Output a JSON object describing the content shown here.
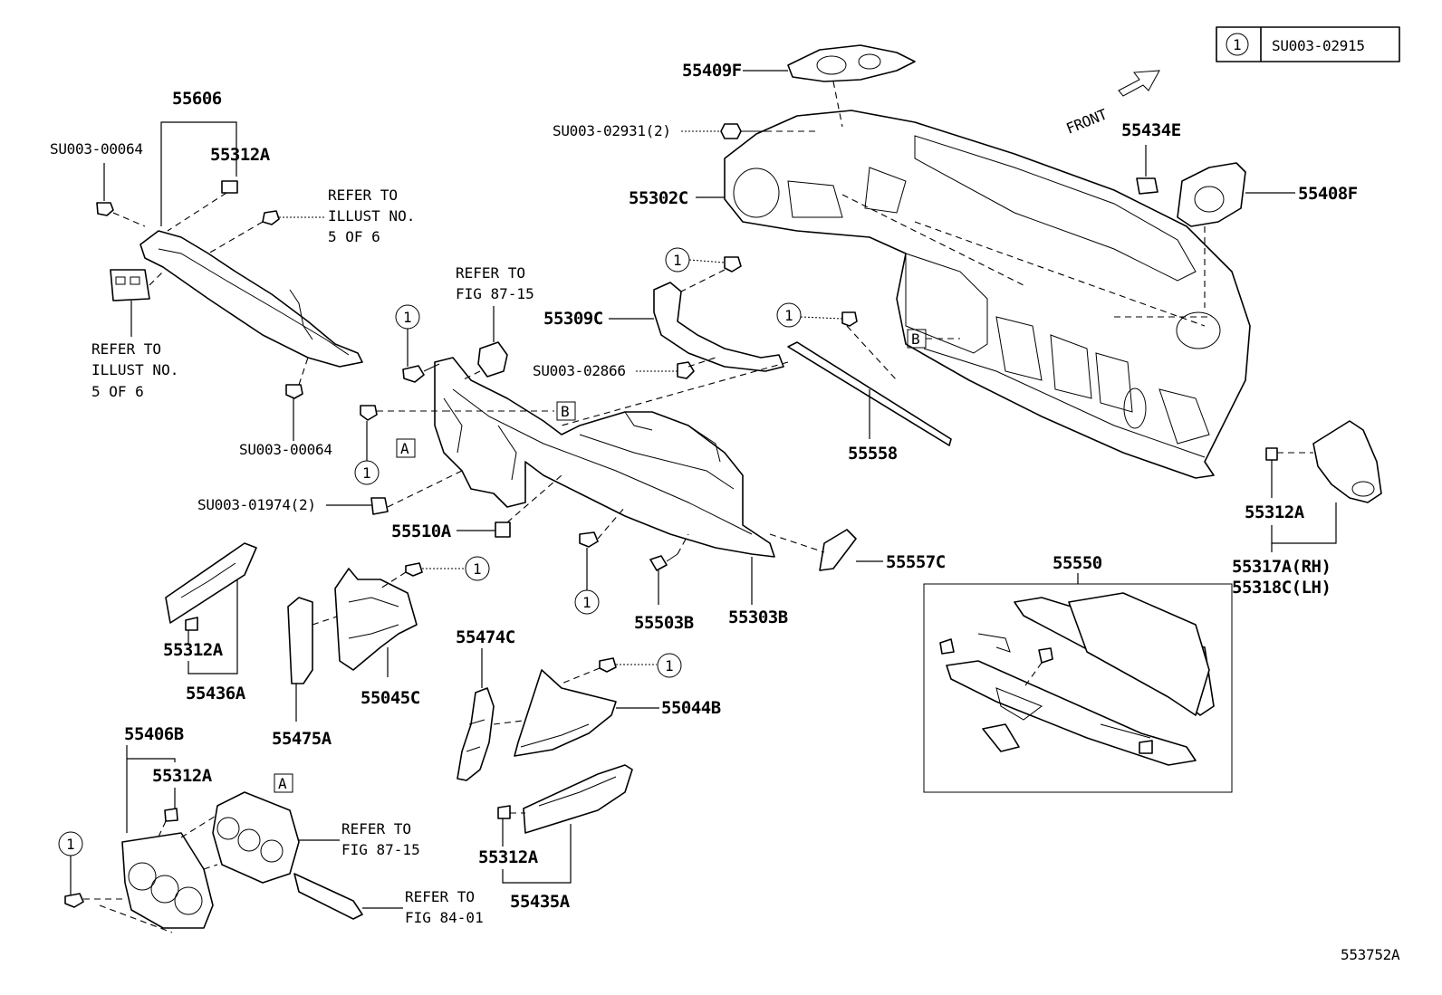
{
  "legend": {
    "circle": "1",
    "code": "SU003-02915"
  },
  "labels": {
    "p55409F": "55409F",
    "p55606": "55606",
    "su00064_top": "SU003-00064",
    "p55312A_1": "55312A",
    "su02931": "SU003-02931(2)",
    "p55302C": "55302C",
    "p55434E": "55434E",
    "p55408F": "55408F",
    "front": "FRONT",
    "p55309C": "55309C",
    "su02866": "SU003-02866",
    "su00064_bot": "SU003-00064",
    "su01974": "SU003-01974(2)",
    "p55510A": "55510A",
    "p55558": "55558",
    "p55557C": "55557C",
    "p55503B": "55503B",
    "p55303B": "55303B",
    "p55312A_rh": "55312A",
    "p55317A": "55317A(RH)",
    "p55318C": "55318C(LH)",
    "p55550": "55550",
    "p55312A_2": "55312A",
    "p55436A": "55436A",
    "p55475A": "55475A",
    "p55045C": "55045C",
    "p55474C": "55474C",
    "p55044B": "55044B",
    "p55406B": "55406B",
    "p55312A_3": "55312A",
    "p55312A_4": "55312A",
    "p55435A": "55435A",
    "figure_id": "553752A"
  },
  "refs": {
    "refer_to": "REFER TO",
    "illust": "ILLUST NO.",
    "five_of_six": "5 OF 6",
    "fig_87_15": "FIG 87-15",
    "fig_84_01": "FIG 84-01"
  },
  "markers": {
    "one": "1",
    "A": "A",
    "B": "B"
  },
  "icons": [
    "circle-1-marker",
    "box-A-marker",
    "box-B-marker",
    "front-arrow-icon",
    "bolt-icon",
    "clip-icon"
  ]
}
